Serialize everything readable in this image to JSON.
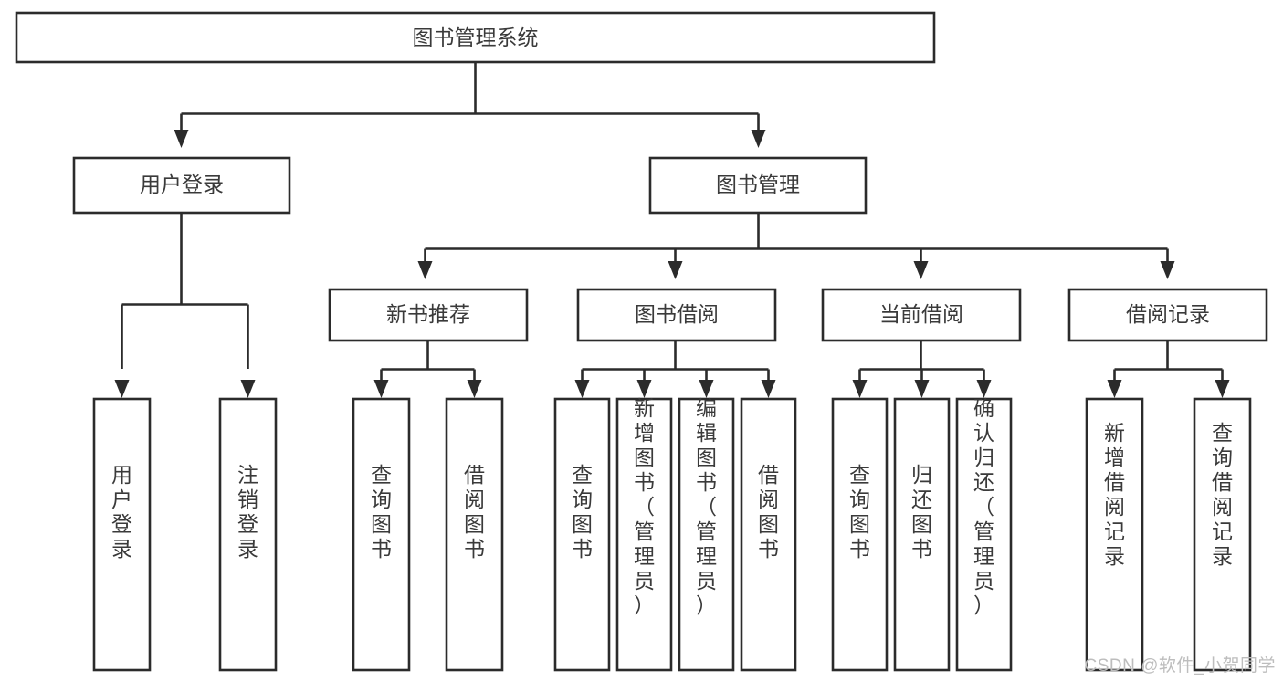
{
  "diagram": {
    "title": "图书管理系统",
    "type": "tree-hierarchy",
    "watermark": "CSDN @软件_小贺同学",
    "colors": {
      "box_stroke": "#2b2b2b",
      "box_fill": "#ffffff",
      "text": "#3a3a3a",
      "background": "#ffffff",
      "watermark": "#bdbdbd"
    },
    "root": {
      "label": "图书管理系统",
      "orientation": "horizontal"
    },
    "level1": [
      {
        "label": "用户登录",
        "orientation": "horizontal"
      },
      {
        "label": "图书管理",
        "orientation": "horizontal"
      }
    ],
    "level2": [
      {
        "label": "新书推荐",
        "orientation": "horizontal"
      },
      {
        "label": "图书借阅",
        "orientation": "horizontal"
      },
      {
        "label": "当前借阅",
        "orientation": "horizontal"
      },
      {
        "label": "借阅记录",
        "orientation": "horizontal"
      }
    ],
    "leaves": {
      "user_login": [
        {
          "label": "用户登录",
          "orientation": "vertical"
        },
        {
          "label": "注销登录",
          "orientation": "vertical"
        }
      ],
      "new_book_recommend": [
        {
          "label": "查询图书",
          "orientation": "vertical"
        },
        {
          "label": "借阅图书",
          "orientation": "vertical"
        }
      ],
      "book_borrow": [
        {
          "label": "查询图书",
          "orientation": "vertical"
        },
        {
          "label": "新增图书（管理员）",
          "orientation": "vertical"
        },
        {
          "label": "编辑图书（管理员）",
          "orientation": "vertical"
        },
        {
          "label": "借阅图书",
          "orientation": "vertical"
        }
      ],
      "current_borrow": [
        {
          "label": "查询图书",
          "orientation": "vertical"
        },
        {
          "label": "归还图书",
          "orientation": "vertical"
        },
        {
          "label": "确认归还（管理员）",
          "orientation": "vertical"
        }
      ],
      "borrow_record": [
        {
          "label": "新增借阅记录",
          "orientation": "vertical"
        },
        {
          "label": "查询借阅记录",
          "orientation": "vertical"
        }
      ]
    }
  }
}
